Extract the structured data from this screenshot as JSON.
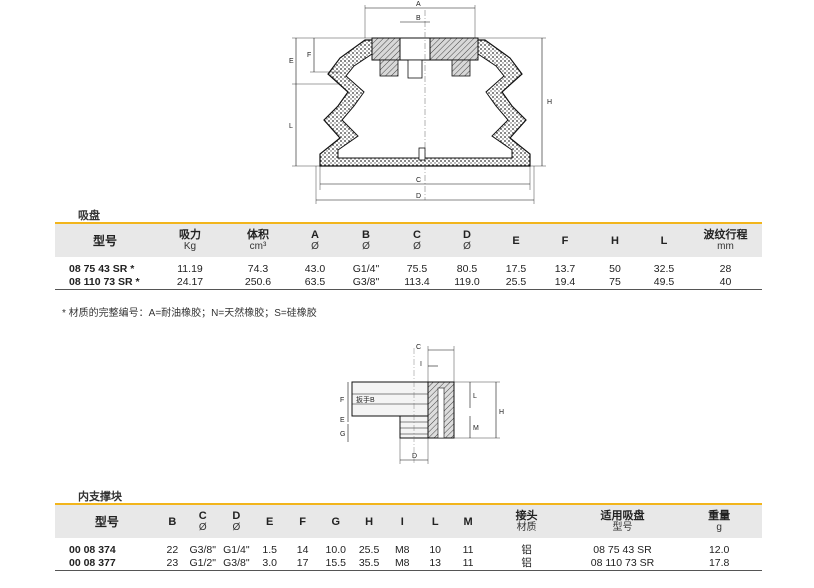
{
  "drawing1": {
    "labels": {
      "A": "A",
      "B": "B",
      "C": "C",
      "D": "D",
      "E": "E",
      "F": "F",
      "H": "H",
      "L": "L"
    }
  },
  "section1": {
    "title": "吸盘",
    "headers": [
      {
        "main": "型号",
        "sub": ""
      },
      {
        "main": "吸力",
        "sub": "Kg"
      },
      {
        "main": "体积",
        "sub": "cm³"
      },
      {
        "main": "A",
        "sub": "Ø"
      },
      {
        "main": "B",
        "sub": "Ø"
      },
      {
        "main": "C",
        "sub": "Ø"
      },
      {
        "main": "D",
        "sub": "Ø"
      },
      {
        "main": "E",
        "sub": ""
      },
      {
        "main": "F",
        "sub": ""
      },
      {
        "main": "H",
        "sub": ""
      },
      {
        "main": "L",
        "sub": ""
      },
      {
        "main": "波纹行程",
        "sub": "mm"
      }
    ],
    "rows": [
      [
        "08 75 43 SR *",
        "11.19",
        "74.3",
        "43.0",
        "G1/4\"",
        "75.5",
        "80.5",
        "17.5",
        "13.7",
        "50",
        "32.5",
        "28"
      ],
      [
        "08 110 73 SR *",
        "24.17",
        "250.6",
        "63.5",
        "G3/8\"",
        "113.4",
        "119.0",
        "25.5",
        "19.4",
        "75",
        "49.5",
        "40"
      ]
    ],
    "footnote": "* 材质的完整编号：A=耐油橡胶；N=天然橡胶；S=硅橡胶"
  },
  "drawing2": {
    "labels": {
      "C": "C",
      "I": "I",
      "F": "F",
      "wrench": "扳手B",
      "E": "E",
      "G": "G",
      "L": "L",
      "H": "H",
      "M": "M",
      "D": "D"
    }
  },
  "section2": {
    "title": "内支撑块",
    "headers": [
      {
        "main": "型号",
        "sub": ""
      },
      {
        "main": "B",
        "sub": ""
      },
      {
        "main": "C",
        "sub": "Ø"
      },
      {
        "main": "D",
        "sub": "Ø"
      },
      {
        "main": "E",
        "sub": ""
      },
      {
        "main": "F",
        "sub": ""
      },
      {
        "main": "G",
        "sub": ""
      },
      {
        "main": "H",
        "sub": ""
      },
      {
        "main": "I",
        "sub": ""
      },
      {
        "main": "L",
        "sub": ""
      },
      {
        "main": "M",
        "sub": ""
      },
      {
        "main": "接头",
        "sub": "材质"
      },
      {
        "main": "适用吸盘",
        "sub": "型号"
      },
      {
        "main": "重量",
        "sub": "g"
      }
    ],
    "rows": [
      [
        "00 08 374",
        "22",
        "G3/8\"",
        "G1/4\"",
        "1.5",
        "14",
        "10.0",
        "25.5",
        "M8",
        "10",
        "11",
        "铝",
        "08 75 43 SR",
        "12.0"
      ],
      [
        "00 08 377",
        "23",
        "G1/2\"",
        "G3/8\"",
        "3.0",
        "17",
        "15.5",
        "35.5",
        "M8",
        "13",
        "11",
        "铝",
        "08 110 73 SR",
        "17.8"
      ]
    ]
  }
}
